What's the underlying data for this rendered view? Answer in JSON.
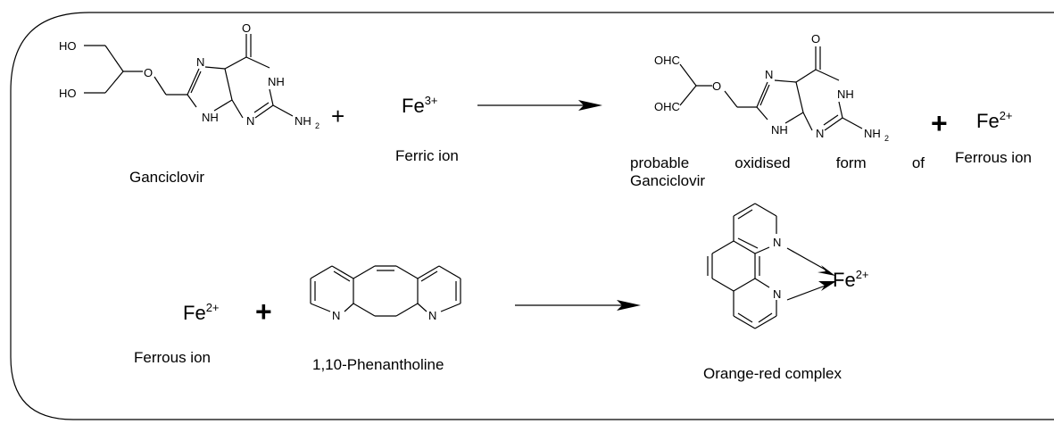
{
  "reaction1": {
    "reactant_name": "Ganciclovir",
    "plus": "+",
    "reagent_symbol": "Fe",
    "reagent_charge": "3+",
    "reagent_name": "Ferric ion",
    "product_name_line1": "probable oxidised form of",
    "product_name_line2": "Ganciclovir",
    "plus2": "+",
    "coproduct_symbol": "Fe",
    "coproduct_charge": "2+",
    "coproduct_name": "Ferrous ion"
  },
  "reaction2": {
    "reactant_symbol": "Fe",
    "reactant_charge": "2+",
    "reactant_name": "Ferrous ion",
    "plus": "+",
    "reagent_name": "1,10-Phenantholine",
    "product_metal_symbol": "Fe",
    "product_metal_charge": "2+",
    "product_name": "Orange-red complex"
  },
  "atoms": {
    "ho": "HO",
    "o": "O",
    "n": "N",
    "nh": "NH",
    "nh2_n": "NH",
    "nh2_sub": "2",
    "ohc": "OHC"
  }
}
